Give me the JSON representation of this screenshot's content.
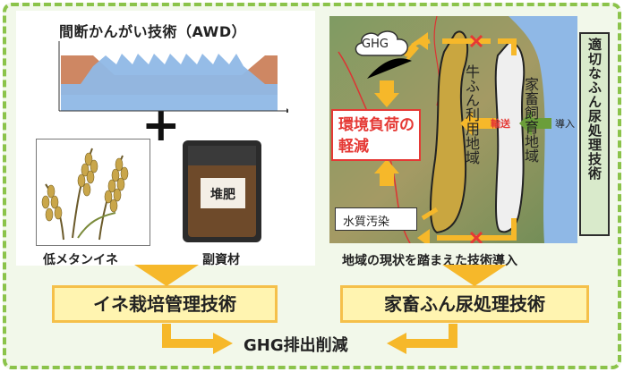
{
  "awd": {
    "title": "間断かんがい技術（AWD）"
  },
  "plus_symbol": "+",
  "left_items": {
    "rice_label": "低メタンイネ",
    "bag_text": "堆肥",
    "bag_label": "副資材"
  },
  "map": {
    "ghg": "GHG",
    "reduce": "環境負荷の軽減",
    "water": "水質汚染",
    "cattle_area": "牛ふん利用地域",
    "livestock_area": "家畜飼育地域",
    "transport": "輸送",
    "introduce": "導入",
    "caption": "地域の現状を踏まえた技術導入"
  },
  "vertical_box": {
    "text": "適切なふん尿処理技術"
  },
  "rice_tech": "イネ栽培管理技術",
  "manure_tech": "家畜ふん尿処理技術",
  "bottom": {
    "label": "GHG排出削減"
  },
  "colors": {
    "border": "#8bc34a",
    "yellow_fill": "#fff4b0",
    "yellow_border": "#f5c04a",
    "arrow": "#f6b82a",
    "red": "#e53935"
  }
}
